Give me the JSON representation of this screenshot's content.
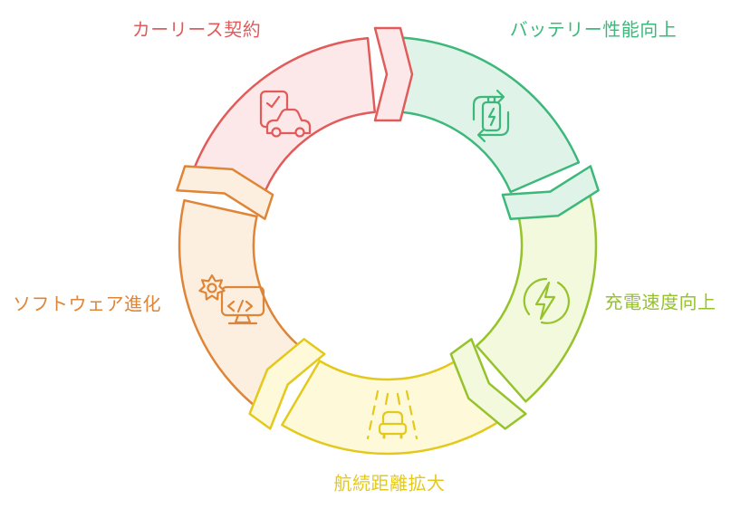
{
  "diagram": {
    "type": "cycle",
    "direction": "clockwise",
    "background": "#ffffff",
    "segments": [
      {
        "id": "car-lease",
        "label": "カーリース契約",
        "color": "#e15b5b",
        "fill": "#fce8e8",
        "icon": "contract-car-icon"
      },
      {
        "id": "battery",
        "label": "バッテリー性能向上",
        "color": "#3cb87a",
        "fill": "#dff3e8",
        "icon": "battery-recycle-icon"
      },
      {
        "id": "charging",
        "label": "充電速度向上",
        "color": "#96c32b",
        "fill": "#f3f9dd",
        "icon": "charging-bolt-icon"
      },
      {
        "id": "range",
        "label": "航続距離拡大",
        "color": "#e4c91c",
        "fill": "#fdf9d9",
        "icon": "road-car-icon"
      },
      {
        "id": "software",
        "label": "ソフトウェア進化",
        "color": "#df8537",
        "fill": "#fdefe0",
        "icon": "software-gear-monitor-icon"
      }
    ]
  }
}
